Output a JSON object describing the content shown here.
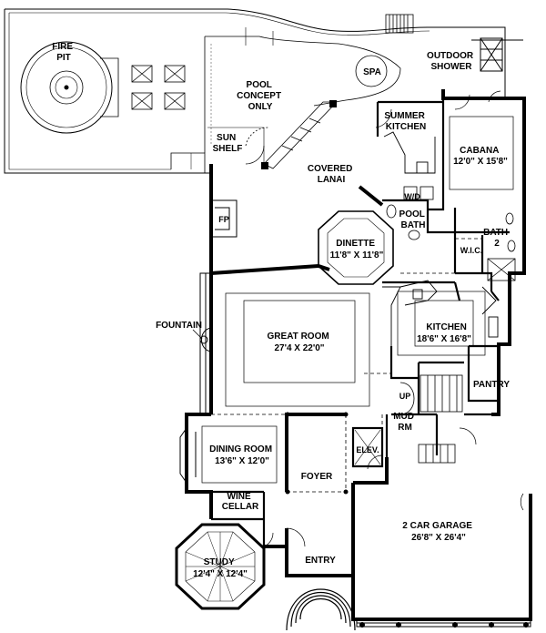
{
  "rooms": {
    "fire_pit": [
      "FIRE",
      "PIT"
    ],
    "pool": [
      "POOL",
      "CONCEPT",
      "ONLY"
    ],
    "spa": "SPA",
    "outdoor_shower": [
      "OUTDOOR",
      "SHOWER"
    ],
    "sun_shelf": [
      "SUN",
      "SHELF"
    ],
    "summer_kitchen": [
      "SUMMER",
      "KITCHEN"
    ],
    "cabana": [
      "CABANA",
      "12'0\" X 15'8\""
    ],
    "covered_lanai": [
      "COVERED",
      "LANAI"
    ],
    "wd": "W/D",
    "pool_bath": [
      "POOL",
      "BATH"
    ],
    "fp": "FP",
    "dinette": [
      "DINETTE",
      "11'8\" X 11'8\""
    ],
    "bath2": [
      "BATH",
      "2"
    ],
    "wic": "W.I.C.",
    "fountain": "FOUNTAIN",
    "great_room": [
      "GREAT ROOM",
      "27'4 X 22'0\""
    ],
    "kitchen": [
      "KITCHEN",
      "18'6\" X 16'8\""
    ],
    "pantry": "PANTRY",
    "up": "UP",
    "mud_rm": [
      "MUD",
      "RM"
    ],
    "dining_room": [
      "DINING ROOM",
      "13'6\" X 12'0\""
    ],
    "elev": "ELEV.",
    "foyer": "FOYER",
    "wine_cellar": [
      "WINE",
      "CELLAR"
    ],
    "garage": [
      "2 CAR GARAGE",
      "26'8\" X 26'4\""
    ],
    "study": [
      "STUDY",
      "12'4\" X 12'4\""
    ],
    "entry": "ENTRY"
  }
}
